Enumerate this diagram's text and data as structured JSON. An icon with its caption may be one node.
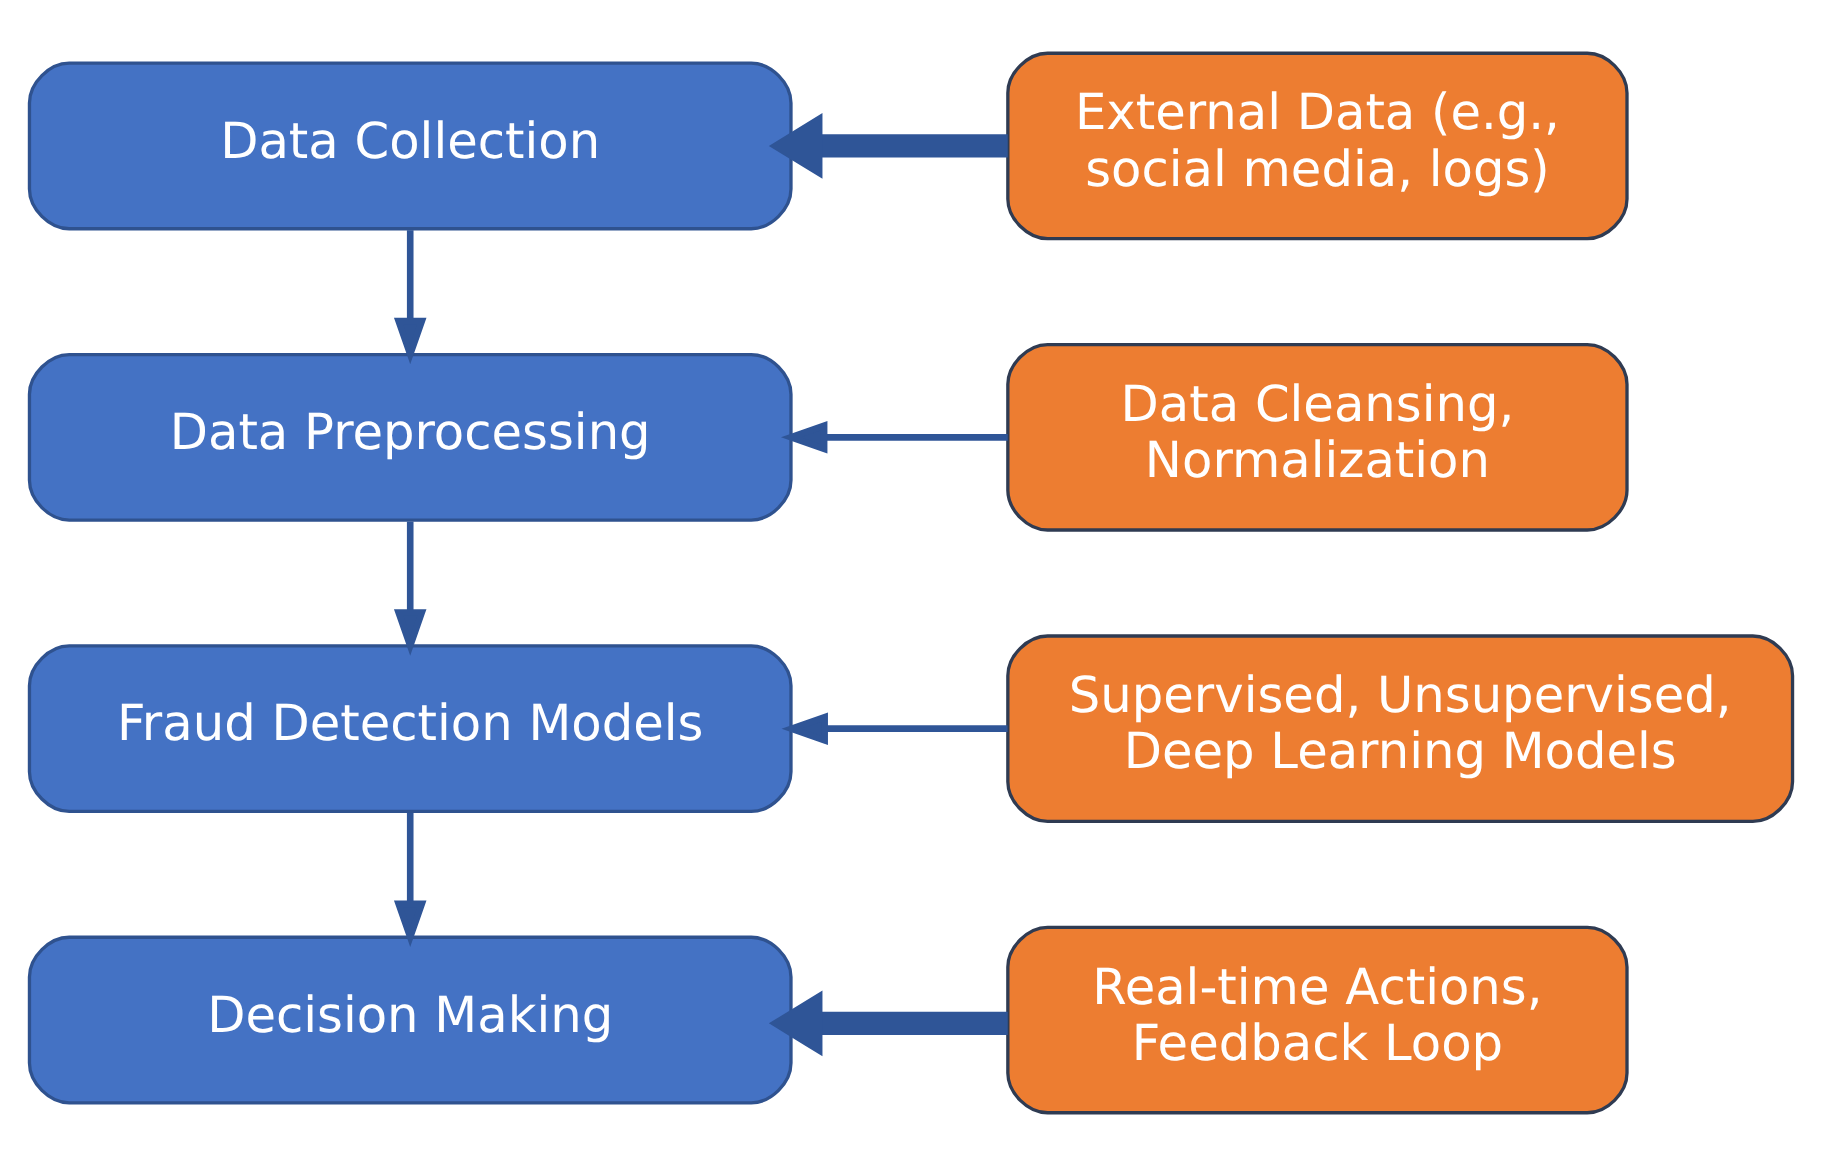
{
  "diagram": {
    "nodes": [
      {
        "text": [
          "External Data (e.g., social media, logs)"
        ]
      },
      {
        "text": [
          "Data Collection"
        ]
      },
      {
        "text": [
          "Data Cleansing, Normalization"
        ]
      },
      {
        "text": [
          "Data Preprocessing"
        ]
      },
      {
        "text": [
          "Supervised, Unsupervised, Deep Learning Models"
        ]
      },
      {
        "text": [
          "Fraud Detection Models"
        ]
      },
      {
        "text": [
          "Real-time Actions, Feedback Loop"
        ]
      },
      {
        "text": [
          "Decision Making"
        ]
      }
    ],
    "edges": [
      {
        "from": 0,
        "to": 1,
        "arrow": "to",
        "style": "thick"
      },
      {
        "from": 1,
        "to": 3,
        "arrow": "to"
      },
      {
        "from": 2,
        "to": 3,
        "arrow": "to"
      },
      {
        "from": 3,
        "to": 5,
        "arrow": "to"
      },
      {
        "from": 4,
        "to": 5,
        "arrow": "to"
      },
      {
        "from": 5,
        "to": 7,
        "arrow": "to"
      },
      {
        "from": 6,
        "to": 7,
        "arrow": "to",
        "style": "thick"
      }
    ]
  }
}
